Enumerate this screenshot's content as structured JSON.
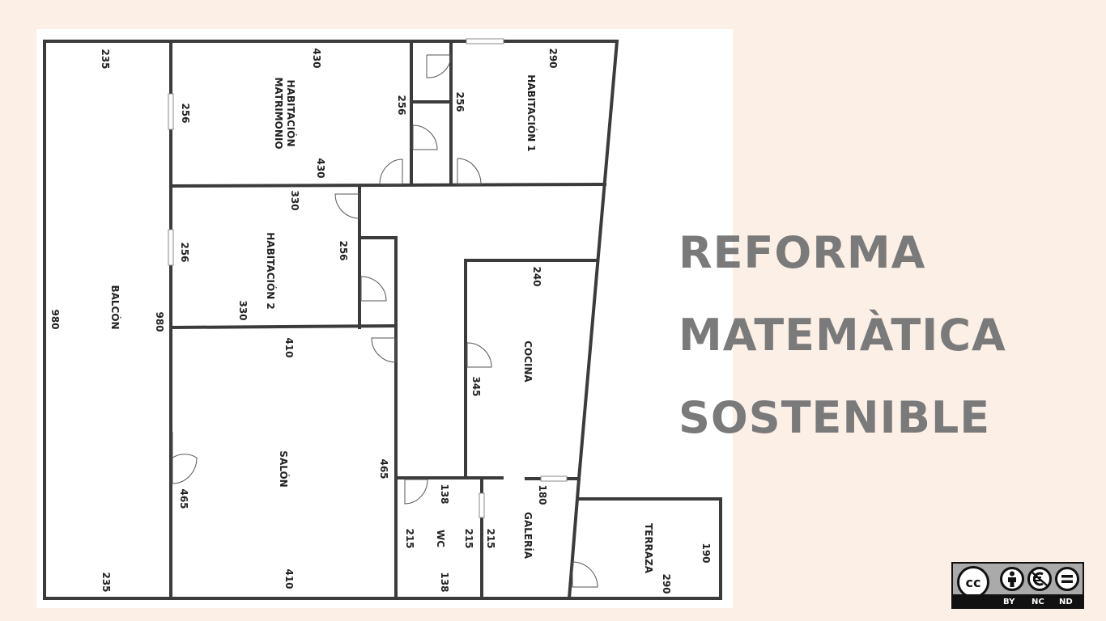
{
  "title": {
    "line1": "REFORMA",
    "line2": "MATEMÀTICA",
    "line3": "SOSTENIBLE"
  },
  "rooms": {
    "balcon": "BALCÓN",
    "matrimonio_1": "HABITACIÓN",
    "matrimonio_2": "MATRIMONIO",
    "habitacion1": "HABITACIÓN 1",
    "habitacion2": "HABITACIÓN 2",
    "salon": "SALÓN",
    "cocina": "COCINA",
    "wc": "WC",
    "galeria": "GALERÍA",
    "terraza": "TERRAZA"
  },
  "dimensions": {
    "balcon_top": "235",
    "balcon_bottom": "235",
    "balcon_left": "980",
    "matrimonio_top": "430",
    "matrimonio_bottom": "430",
    "matrimonio_left": "256",
    "closet_left": "256",
    "closet_right": "256",
    "hab1_top": "290",
    "hab2_top": "330",
    "hab2_bottom": "330",
    "hab2_left": "256",
    "hab2_right": "256",
    "left_980": "980",
    "salon_top": "410",
    "salon_bottom": "410",
    "salon_left": "465",
    "salon_right": "465",
    "cocina_top": "240",
    "cocina_left": "345",
    "wc_top": "138",
    "wc_bottom": "138",
    "wc_left": "215",
    "wc_right": "215",
    "galeria_left": "215",
    "galeria_top": "180",
    "terraza_right": "190",
    "terraza_bottom": "290"
  },
  "license": {
    "cc": "cc",
    "by": "BY",
    "nc": "NC",
    "nd": "ND",
    "icon_by": "person-icon",
    "icon_nc": "no-euro-icon",
    "icon_nd": "equals-icon"
  }
}
